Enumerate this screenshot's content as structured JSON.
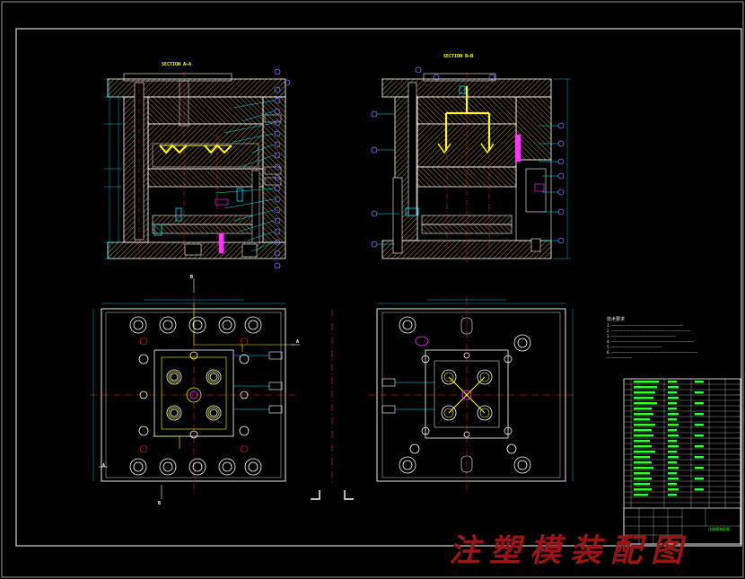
{
  "drawing": {
    "section_a_title": "SECTION A—A",
    "section_b_title": "SECTION B—B",
    "watermark_text": "注塑模装配图",
    "notes_heading": "技术要求",
    "notes_lines": [
      "1. ————————————————————",
      "2. ——————————————————————",
      "3. ——————————————————",
      "4. ———————————————————————",
      "5. ——————————————",
      "6. ————————————————————————",
      "    ———————"
    ],
    "title_block_name": "注塑模装配图",
    "section_markers": [
      "A",
      "A",
      "B",
      "B"
    ],
    "colors": {
      "frame": "#ffffff",
      "outline": "#ffffff",
      "hatch": "#c8a050",
      "center": "#ff2020",
      "cyan": "#00e0ff",
      "balloon": "#7a7aff",
      "yellow": "#ffff00",
      "green": "#33ff33",
      "magenta": "#ff33ff",
      "watermark": "#9a1515"
    }
  }
}
